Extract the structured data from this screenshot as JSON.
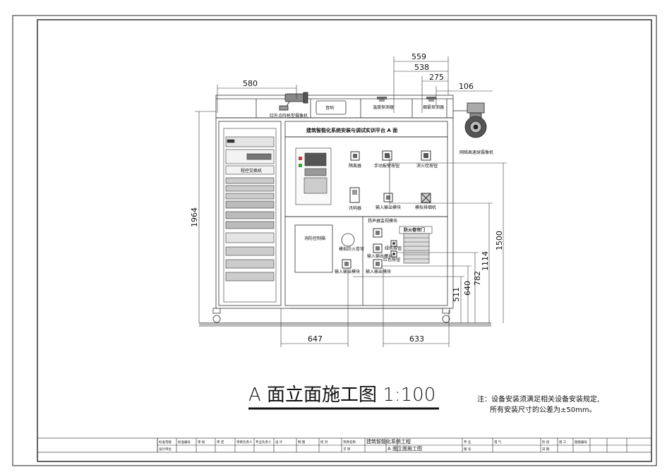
{
  "drawing": {
    "panel_title": "建筑智能化系统安装与调试实训平台  A 面",
    "title": "A 面立面施工图  1:100",
    "note_line1": "注：设备安装须满足相关设备安装规定,",
    "note_line2": "所有安装尺寸的公差为±50mm。"
  },
  "labels": {
    "camera_ir": "红外点阵枪型摄像机",
    "speaker": "音响",
    "temp_detector": "温度探测器",
    "smoke_detector": "烟雾探测器",
    "dome_camera": "网络高速球摄像机",
    "isolator": "隔离器",
    "manual_alarm": "手动报警按钮",
    "hydrant_button": "消火栓按钮",
    "sounder": "讯响器",
    "io_module_1": "输入输出模块",
    "sim_exhaust": "模拟排烟机",
    "switch": "程控交换机",
    "fire_box": "消防控制箱",
    "sim_shutter": "模拟防火卷帘",
    "speaker_monitor": "扬声器监视模块",
    "io_module_2": "输入输出模块",
    "io_module_3": "输入输出模块",
    "io_module_4": "输入输出模块",
    "green_button": "绿色按钮",
    "red_button": "红色按钮",
    "fire_door": "防火卷帘门"
  },
  "dims": {
    "d559": "559",
    "d538": "538",
    "d275": "275",
    "d106": "106",
    "d580": "580",
    "d1964": "1964",
    "d1500": "1500",
    "d1114": "1114",
    "d782": "782",
    "d640": "640",
    "d511": "511",
    "d647": "647",
    "d633": "633"
  },
  "title_block": {
    "row1": [
      "标准等级",
      "标准编号",
      "审 核",
      "审 定",
      "项目负责人",
      "专业负责人",
      "设 计",
      "制 图",
      "校 对",
      "项目名称",
      "建筑智能化系统工程",
      "",
      "",
      "专 业",
      "电 气",
      "阶 段",
      "施 工",
      "图纸编号"
    ],
    "row2": [
      "设计单位",
      "",
      "",
      "",
      "",
      "",
      "",
      "",
      "",
      "子 项",
      "",
      "A 面立面施工图",
      "",
      "图 号",
      "",
      "日 期",
      ""
    ]
  }
}
